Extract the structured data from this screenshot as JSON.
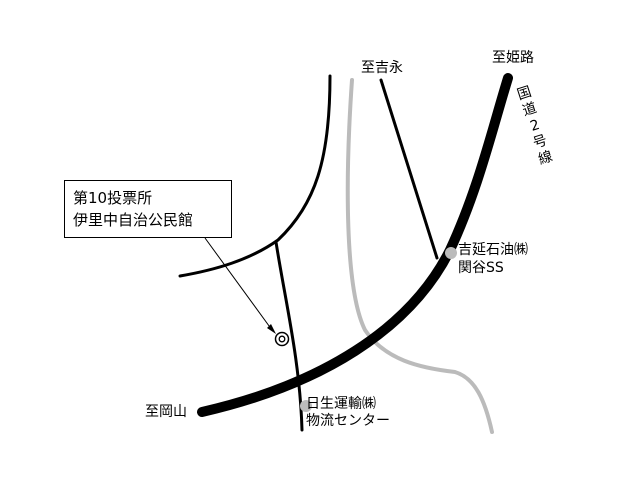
{
  "polling_station": {
    "number_label": "第10投票所",
    "name_label": "伊里中自治公民館"
  },
  "destinations": {
    "himeji": "至姫路",
    "yoshinaga": "至吉永",
    "okayama": "至岡山"
  },
  "route": {
    "label": "国道2号線",
    "chars": [
      "国",
      "道",
      "2",
      "号",
      "線"
    ]
  },
  "landmarks": {
    "gas_station_line1": "吉延石油㈱",
    "gas_station_line2": "関谷SS",
    "logistics_line1": "日生運輸㈱",
    "logistics_line2": "物流センター"
  },
  "colors": {
    "road": "#000000",
    "railway": "#bbbbbb",
    "background": "#ffffff"
  }
}
